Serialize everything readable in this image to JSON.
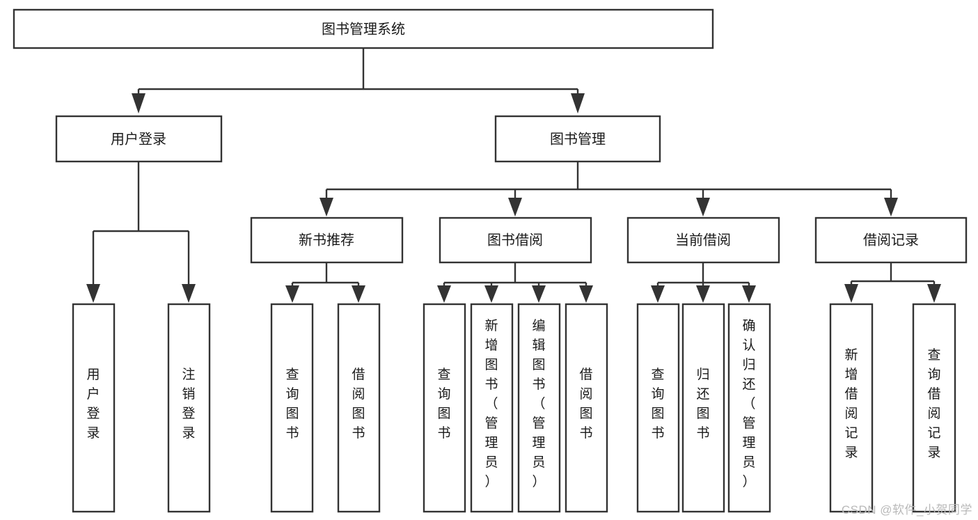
{
  "diagram": {
    "title": "图书管理系统",
    "type": "tree-hierarchy-flowchart",
    "root": {
      "label": "图书管理系统"
    },
    "level2": [
      {
        "label": "用户登录"
      },
      {
        "label": "图书管理"
      }
    ],
    "level3": [
      {
        "label": "新书推荐",
        "parent": "图书管理"
      },
      {
        "label": "图书借阅",
        "parent": "图书管理"
      },
      {
        "label": "当前借阅",
        "parent": "图书管理"
      },
      {
        "label": "借阅记录",
        "parent": "图书管理"
      }
    ],
    "leaves_user_login": [
      {
        "label": "用户登录"
      },
      {
        "label": "注销登录"
      }
    ],
    "leaves_new_book": [
      {
        "label": "查询图书"
      },
      {
        "label": "借阅图书"
      }
    ],
    "leaves_borrow": [
      {
        "label": "查询图书"
      },
      {
        "label": "新增图书（管理员）"
      },
      {
        "label": "编辑图书（管理员）"
      },
      {
        "label": "借阅图书"
      }
    ],
    "leaves_current": [
      {
        "label": "查询图书"
      },
      {
        "label": "归还图书"
      },
      {
        "label": "确认归还（管理员）"
      }
    ],
    "leaves_record": [
      {
        "label": "新增借阅记录"
      },
      {
        "label": "查询借阅记录"
      }
    ]
  },
  "watermark": {
    "text": "CSDN @软件_小贺同学"
  },
  "colors": {
    "box_stroke": "#333333",
    "box_fill": "#ffffff",
    "text": "#1a1a1a",
    "background": "#ffffff",
    "watermark": "#b9b9b9"
  }
}
